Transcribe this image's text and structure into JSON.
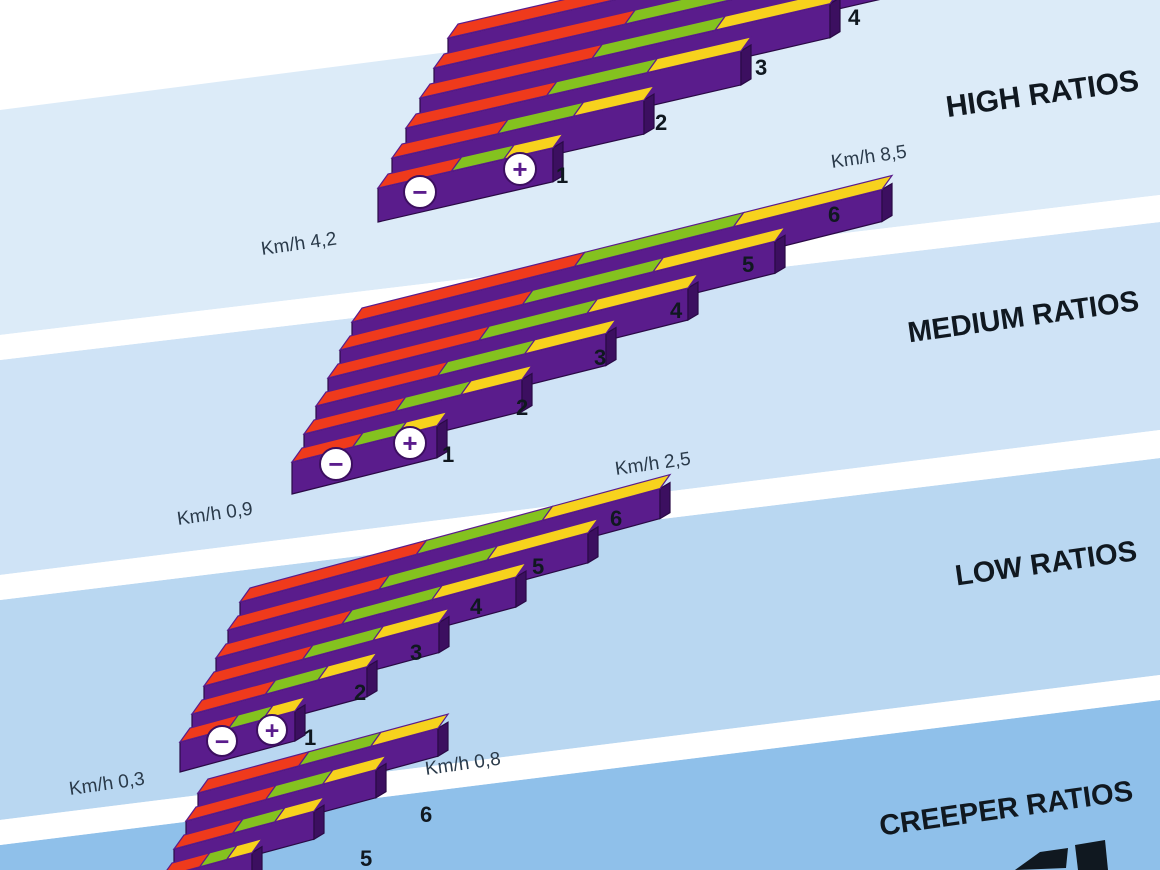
{
  "colors": {
    "band_light": "#dcebf8",
    "band_mid": "#b9d7f1",
    "band_deep": "#8fc0ea",
    "separator": "#ffffff",
    "purple": "#5a1c8c",
    "purple_side": "#3c0f60",
    "red": "#ef3a1c",
    "green": "#84c21f",
    "yellow": "#f7d21d",
    "text_dark": "#101820",
    "text_speed": "#2a3a4a"
  },
  "icons": {
    "minus": "minus-circle-icon",
    "plus": "plus-circle-icon"
  },
  "groups": [
    {
      "title": "HIGH RATIOS",
      "speed_min": "Km/h 4,2",
      "speed_max": "Km/h 8,5",
      "gears": [
        "1",
        "2",
        "3",
        "4"
      ],
      "minus_glyph": "−",
      "plus_glyph": "+"
    },
    {
      "title": "MEDIUM RATIOS",
      "speed_min": "Km/h 0,9",
      "speed_max": "Km/h 2,5",
      "gears": [
        "1",
        "2",
        "3",
        "4",
        "5",
        "6"
      ],
      "minus_glyph": "−",
      "plus_glyph": "+"
    },
    {
      "title": "LOW RATIOS",
      "speed_min": "Km/h 0,3",
      "speed_max": "Km/h 0,8",
      "gears": [
        "1",
        "2",
        "3",
        "4",
        "5",
        "6"
      ],
      "minus_glyph": "−",
      "plus_glyph": "+"
    },
    {
      "title": "CREEPER RATIOS",
      "speed_min": "",
      "speed_max": "",
      "gears": [
        "5",
        "6"
      ],
      "minus_glyph": "",
      "plus_glyph": ""
    }
  ]
}
